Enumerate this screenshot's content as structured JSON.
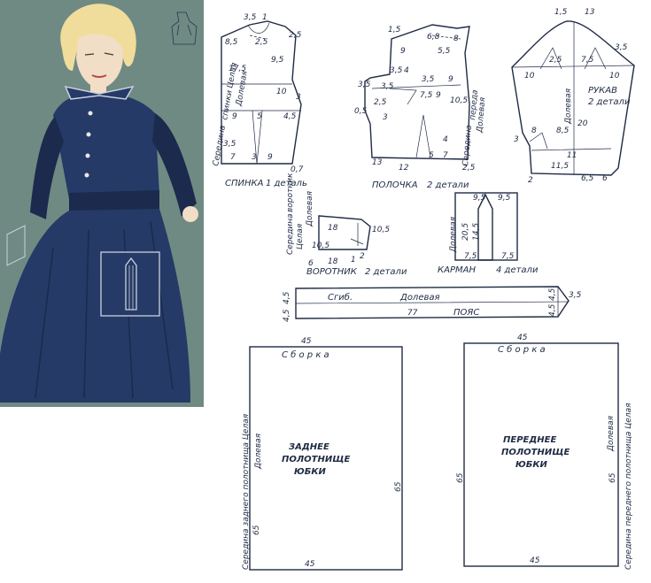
{
  "pieces": {
    "back": {
      "title": "СПИНКА",
      "count": "1 деталь",
      "edge_label_1": "Середина",
      "edge_label_2": "спинки",
      "edge_label_3": "Целая",
      "edge_label_4": "Долевая",
      "measures": [
        "3,5",
        "1",
        "2,5",
        "8,5",
        "2,5",
        "17,5",
        "9,5",
        "10",
        "3",
        "9",
        "5",
        "4,5",
        "3,5",
        "7",
        "3",
        "9",
        "0,7"
      ]
    },
    "front": {
      "title": "ПОЛОЧКА",
      "count": "2 детали",
      "edge_label_1": "Середина",
      "edge_label_2": "переда",
      "edge_label_3": "Долевая",
      "measures": [
        "1,5",
        "6,8",
        "5,5",
        "8",
        "9",
        "3,5",
        "4",
        "3,5",
        "9",
        "3,5",
        "2,5",
        "3,5",
        "7,5",
        "9",
        "10,5",
        "0,5",
        "3",
        "4",
        "13",
        "12",
        "5",
        "7",
        "2,5"
      ]
    },
    "sleeve": {
      "title": "РУКАВ",
      "count": "2 детали",
      "grain": "Долевая",
      "measures": [
        "1,5",
        "13",
        "2,5",
        "7,5",
        "3,5",
        "10",
        "10",
        "20",
        "8",
        "8,5",
        "3",
        "11",
        "2",
        "11,5",
        "6,5",
        "6"
      ]
    },
    "collar": {
      "title": "ВОРОТНИК",
      "count": "2 детали",
      "edge_label_1": "Середина",
      "edge_label_2": "воротник",
      "edge_label_3": "Целая",
      "edge_label_4": "Долевая",
      "measures": [
        "18",
        "10,5",
        "6",
        "18",
        "1",
        "10,5",
        "2"
      ]
    },
    "pocket": {
      "title": "КАРМАН",
      "count": "4 детали",
      "grain": "Долевая",
      "measures": [
        "9,5",
        "9,5",
        "20,5",
        "14,5",
        "7,5",
        "7,5"
      ]
    },
    "belt": {
      "title": "ПОЯС",
      "fold": "Сгиб.",
      "grain": "Долевая",
      "measures": [
        "4,5",
        "4,5",
        "77",
        "4,5",
        "4,5",
        "3,5"
      ]
    },
    "back_skirt": {
      "line1": "ЗАДНЕЕ",
      "line2": "ПОЛОТНИЩЕ",
      "line3": "ЮБКИ",
      "gather": "С б о р к а",
      "side_label": "Середина заднего полотнища Целая",
      "grain": "Долевая",
      "measures": [
        "45",
        "65",
        "65",
        "45"
      ]
    },
    "front_skirt": {
      "line1": "ПЕРЕДНЕЕ",
      "line2": "ПОЛОТНИЩЕ",
      "line3": "ЮБКИ",
      "gather": "С б о р к а",
      "side_label": "Середина переднего полотнища Целая",
      "grain": "Долевая",
      "measures": [
        "45",
        "65",
        "65",
        "45"
      ]
    }
  },
  "colors": {
    "illustration_bg": "#6f8a83",
    "dress": "#253a66",
    "dress_dark": "#1b2a4d",
    "skin": "#f2ddc6",
    "hair": "#f0dd9c",
    "ink": "#1f2a44"
  }
}
